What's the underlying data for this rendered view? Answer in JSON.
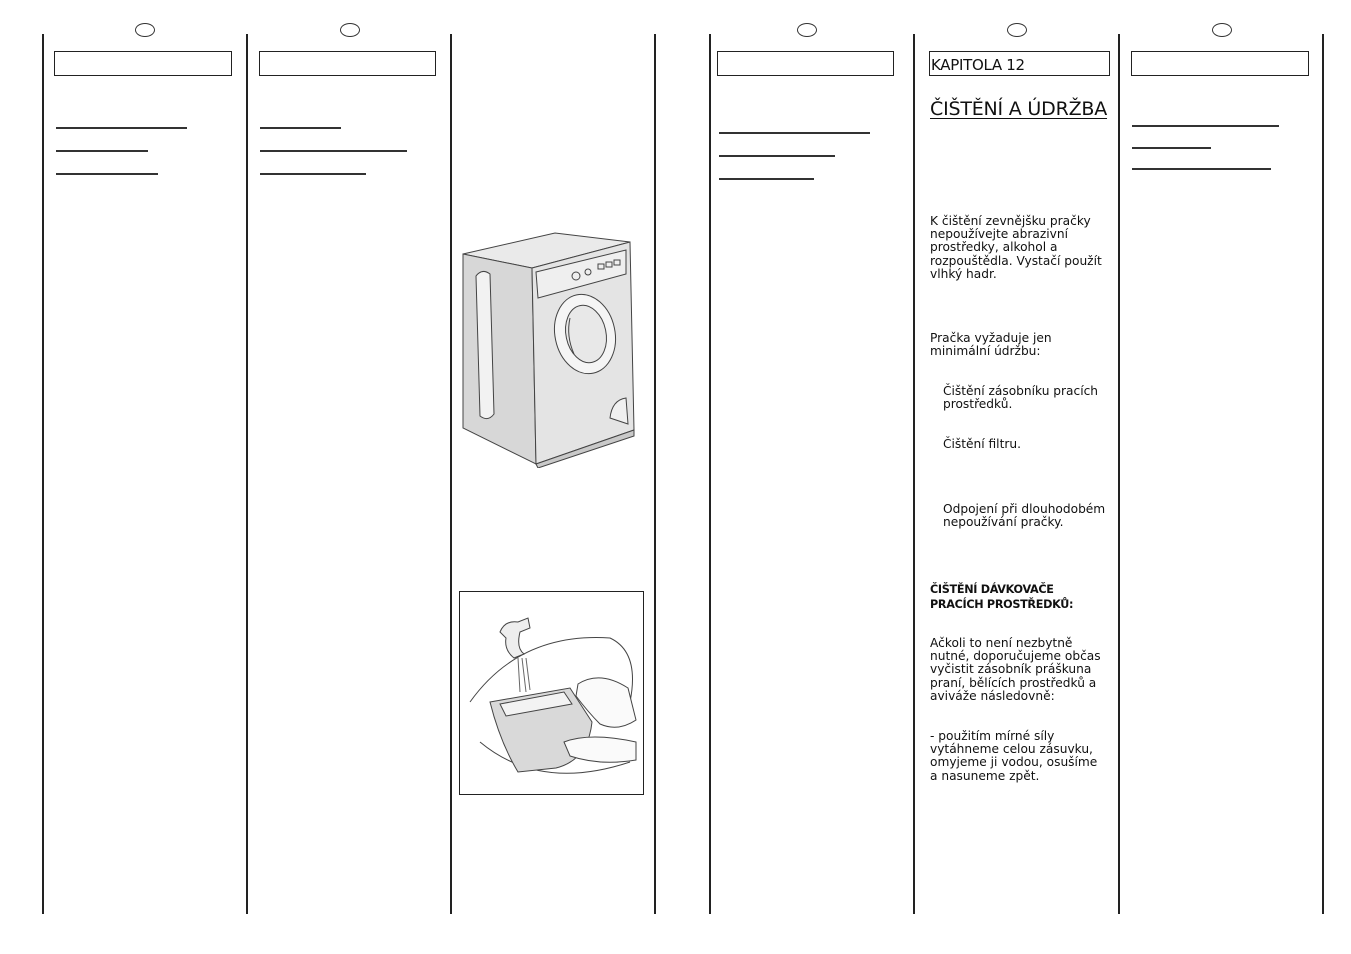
{
  "header_ovals": [
    "",
    "",
    "",
    ""
  ],
  "chapter_label": "KAPITOLA 12",
  "section_title": "ČIŠTĚNÍ A ÚDRŽBA",
  "paragraphs": {
    "exterior_cleaning": "K čištění zevnějšku pračky nepoužívejte abrazivní prostředky, alkohol a rozpouštědla. Vystačí použít vlhký hadr.",
    "maintenance_intro": "Pračka vyžaduje jen minimální údržbu:",
    "item_dispenser": "Čištění zásobníku pracích prostředků.",
    "item_filter": "Čištění filtru.",
    "item_disconnect": "Odpojení při dlouhodobém nepoužívání pračky.",
    "dispenser_heading": "ČIŠTĚNÍ DÁVKOVAČE PRACÍCH PROSTŘEDKŮ:",
    "dispenser_intro": "Ačkoli to není nezbytně nutné, doporučujeme občas vyčistit zásobník práškuna praní, bělících prostředků a aviváže následovně:",
    "dispenser_step": "- použitím mírné síly vytáhneme celou zásuvku, omyjeme ji vodou, osušíme a nasuneme zpět."
  },
  "figures": {
    "washing_machine_icon": "washing-machine",
    "drawer_rinse_icon": "dispenser-drawer-rinsing"
  }
}
